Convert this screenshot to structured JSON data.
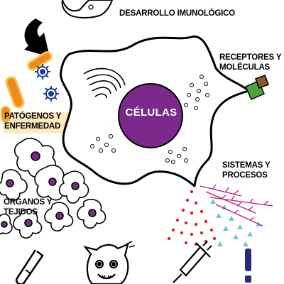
{
  "diagram": {
    "center": {
      "label": "CÉLULAS",
      "color": "#7b2a8c"
    },
    "labels": {
      "desarrollo": [
        "DESARROLLO IMUNOLÓGICO"
      ],
      "receptores": [
        "RECEPTORES Y",
        "MOLÉCULAS"
      ],
      "patogenos": [
        "PATÓGENOS Y",
        "ENFERMEDAD"
      ],
      "sistemas": [
        "SISTEMAS Y",
        "PROCESOS"
      ],
      "organos": [
        "ÓRGANOS Y",
        "TEJIDOS"
      ]
    },
    "colors": {
      "accent_purple": "#7b2a8c",
      "bacteria_orange": "#f08a1c",
      "bacteria_glow": "#f7c64a",
      "virus_blue": "#1f3f8c",
      "receptor_green": "#4aa33a",
      "receptor_brown": "#8a5a2b",
      "signal_red": "#e0202a",
      "signal_magenta": "#c0148a",
      "signal_cyan": "#6cc6d8",
      "vial_navy": "#2a2a7a"
    },
    "icons": [
      "cell-icon",
      "arrow-icon",
      "bacteria-icon",
      "virus-icon",
      "receptor-icon",
      "tissue-cells-icon",
      "signal-particles-icon",
      "test-tube-icon",
      "monster-icon",
      "syringe-icon",
      "vial-icon"
    ]
  }
}
